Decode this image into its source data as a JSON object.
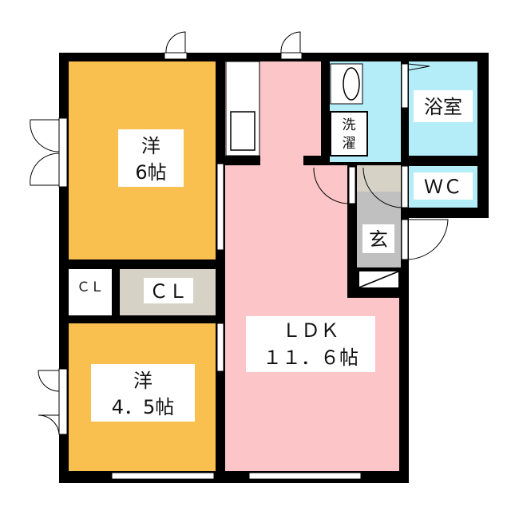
{
  "rooms": {
    "western1": {
      "line1": "洋",
      "line2": "6帖"
    },
    "western2": {
      "line1": "洋",
      "line2": "4．5帖"
    },
    "ldk": {
      "line1": "ＬＤＫ",
      "line2": "１１．６帖"
    },
    "closet_small": "ＣＬ",
    "closet": "ＣＬ",
    "bath": "浴室",
    "wc": "ＷＣ",
    "entrance": "玄",
    "laundry": {
      "line1": "洗",
      "line2": "濯"
    }
  },
  "colors": {
    "western": "#f9c04f",
    "ldk": "#fcc5c7",
    "wet": "#b4ecf8",
    "closet": "#d6d3c6",
    "entrance": "#c0c0c0",
    "wall": "#000000"
  }
}
